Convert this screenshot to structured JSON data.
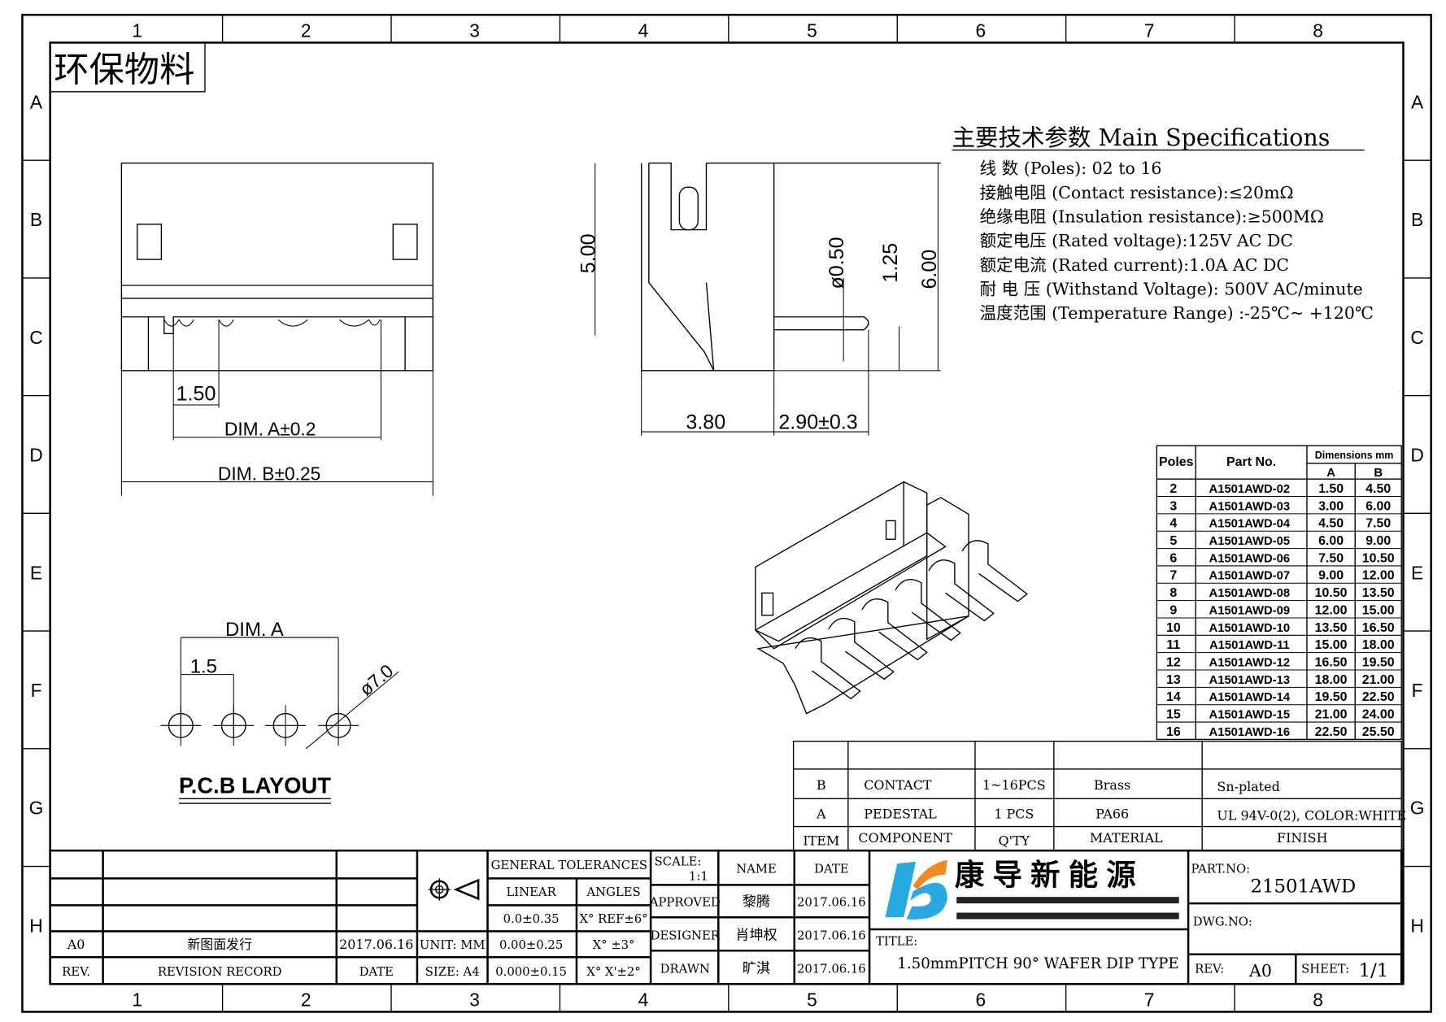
{
  "grid": {
    "columns": [
      "1",
      "2",
      "3",
      "4",
      "5",
      "6",
      "7",
      "8"
    ],
    "rows": [
      "A",
      "B",
      "C",
      "D",
      "E",
      "F",
      "G",
      "H"
    ]
  },
  "stamp": "环保物料",
  "specs": {
    "title": "主要技术参数 Main Specifications",
    "lines": [
      "线    数 (Poles): 02 to 16",
      "接触电阻 (Contact resistance):≤20mΩ",
      "绝缘电阻 (Insulation resistance):≥500MΩ",
      "额定电压 (Rated voltage):125V AC DC",
      "额定电流 (Rated current):1.0A AC DC",
      "耐 电 压 (Withstand Voltage): 500V AC/minute",
      "温度范围 (Temperature Range) :-25℃~ +120℃"
    ]
  },
  "dims": {
    "front": {
      "pitch": "1.50",
      "dim_a": "DIM. A±0.2",
      "dim_b": "DIM. B±0.25"
    },
    "side": {
      "height1": "5.00",
      "pin_dia": "ø0.50",
      "pin_h": "1.25",
      "height2": "6.00",
      "depth": "3.80",
      "pin_len": "2.90±0.3"
    },
    "pcb": {
      "dim_a": "DIM. A",
      "pitch": "1.5",
      "hole": "ø7.0",
      "title": "P.C.B LAYOUT"
    }
  },
  "parts_table": {
    "headers": {
      "poles": "Poles",
      "part_no": "Part No.",
      "dims": "Dimensions mm",
      "a": "A",
      "b": "B"
    },
    "rows": [
      {
        "poles": "2",
        "part": "A1501AWD-02",
        "a": "1.50",
        "b": "4.50"
      },
      {
        "poles": "3",
        "part": "A1501AWD-03",
        "a": "3.00",
        "b": "6.00"
      },
      {
        "poles": "4",
        "part": "A1501AWD-04",
        "a": "4.50",
        "b": "7.50"
      },
      {
        "poles": "5",
        "part": "A1501AWD-05",
        "a": "6.00",
        "b": "9.00"
      },
      {
        "poles": "6",
        "part": "A1501AWD-06",
        "a": "7.50",
        "b": "10.50"
      },
      {
        "poles": "7",
        "part": "A1501AWD-07",
        "a": "9.00",
        "b": "12.00"
      },
      {
        "poles": "8",
        "part": "A1501AWD-08",
        "a": "10.50",
        "b": "13.50"
      },
      {
        "poles": "9",
        "part": "A1501AWD-09",
        "a": "12.00",
        "b": "15.00"
      },
      {
        "poles": "10",
        "part": "A1501AWD-10",
        "a": "13.50",
        "b": "16.50"
      },
      {
        "poles": "11",
        "part": "A1501AWD-11",
        "a": "15.00",
        "b": "18.00"
      },
      {
        "poles": "12",
        "part": "A1501AWD-12",
        "a": "16.50",
        "b": "19.50"
      },
      {
        "poles": "13",
        "part": "A1501AWD-13",
        "a": "18.00",
        "b": "21.00"
      },
      {
        "poles": "14",
        "part": "A1501AWD-14",
        "a": "19.50",
        "b": "22.50"
      },
      {
        "poles": "15",
        "part": "A1501AWD-15",
        "a": "21.00",
        "b": "24.00"
      },
      {
        "poles": "16",
        "part": "A1501AWD-16",
        "a": "22.50",
        "b": "25.50"
      }
    ]
  },
  "bom": {
    "rows": [
      {
        "item": "B",
        "component": "CONTACT",
        "qty": "1~16PCS",
        "material": "Brass",
        "finish": "Sn-plated"
      },
      {
        "item": "A",
        "component": "PEDESTAL",
        "qty": "1 PCS",
        "material": "PA66",
        "finish": "UL 94V-0(2), COLOR:WHITE"
      }
    ],
    "headers": {
      "item": "ITEM",
      "component": "COMPONENT",
      "qty": "Q'TY",
      "material": "MATERIAL",
      "finish": "FINISH"
    }
  },
  "revision": {
    "rev": "A0",
    "record": "新图面发行",
    "date": "2017.06.16",
    "headers": {
      "rev": "REV.",
      "record": "REVISION RECORD",
      "date": "DATE"
    }
  },
  "tolerances": {
    "title": "GENERAL TOLERANCES",
    "linear": "LINEAR",
    "angles": "ANGLES",
    "unit": "UNIT: MM",
    "size": "SIZE: A4",
    "linear_values": [
      "0.0±0.35",
      "0.00±0.25",
      "0.000±0.15"
    ],
    "angle_values": [
      "X° REF±6°",
      "X° ±3°",
      "X° X'±2°"
    ]
  },
  "signoff": {
    "scale_label": "SCALE:",
    "scale": "1:1",
    "name": "NAME",
    "date": "DATE",
    "rows": [
      {
        "role": "APPROVED",
        "name": "黎腾",
        "date": "2017.06.16"
      },
      {
        "role": "DESIGNER",
        "name": "肖坤权",
        "date": "2017.06.16"
      },
      {
        "role": "DRAWN",
        "name": "旷淇",
        "date": "2017.06.16"
      }
    ]
  },
  "company": {
    "name": "康 导 新 能 源",
    "colors": {
      "blue": "#29a9e1",
      "orange": "#f08a24"
    }
  },
  "title_block": {
    "title_label": "TITLE:",
    "title": "1.50mmPITCH 90° WAFER DIP TYPE",
    "part_no_label": "PART.NO:",
    "part_no": "21501AWD",
    "dwg_no_label": "DWG.NO:",
    "rev_label": "REV:",
    "rev": "A0",
    "sheet_label": "SHEET:",
    "sheet": "1/1"
  }
}
